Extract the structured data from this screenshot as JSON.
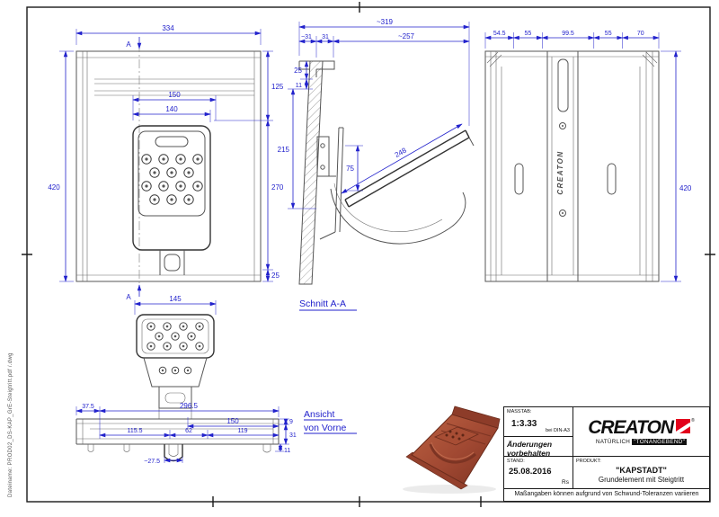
{
  "sheet": {
    "filename_note": "Dateiname: PROD02_DS-KAP_GrE-Steigtritt.pdf /.dwg"
  },
  "views": {
    "plan": {
      "labels": {
        "w334": "334",
        "a_top": "A",
        "a_bottom": "A",
        "d150": "150",
        "d140": "140",
        "h420": "420",
        "d125": "125",
        "d270": "270",
        "d25": "25"
      }
    },
    "section": {
      "title": "Schnitt A-A",
      "labels": {
        "w319": "~319",
        "d31a": "~31",
        "d31b": "31",
        "d257": "~257",
        "d25": "25",
        "d11": "11",
        "d215": "215",
        "d75": "75",
        "d248": "248"
      }
    },
    "back": {
      "labels": {
        "d54_5": "54.5",
        "d55a": "55",
        "d99_5": "99.5",
        "d55b": "55",
        "d70": "70",
        "h420": "420",
        "brand": "CREATON"
      }
    },
    "front": {
      "title_line1": "Ansicht",
      "title_line2": "von Vorne",
      "labels": {
        "d145": "145",
        "d37_5": "37.5",
        "d296_5": "296.5",
        "d150": "150",
        "d115_5": "115.5",
        "d62": "62",
        "d119": "119",
        "d27_5": "~27.5",
        "d9": "9",
        "d31": "31",
        "d11": "11"
      }
    }
  },
  "title_block": {
    "masstab_label": "MASSTAB:",
    "masstab_value": "1:3.33",
    "din_note": "bei DIN-A3",
    "changes_line1": "Änderungen",
    "changes_line2": "vorbehalten",
    "stand_label": "STAND:",
    "stand_value": "25.08.2016",
    "stand_initials": "Rs",
    "produkt_label": "PRODUKT:",
    "product_name": "\"KAPSTADT\"",
    "product_desc": "Grundelement mit Steigtritt",
    "footer_note": "Maßangaben können aufgrund von Schwund-Toleranzen variieren"
  },
  "brand": {
    "name": "CREATON",
    "registered": "®",
    "tagline_plain": "NATÜRLICH ",
    "tagline_inverse": "\"TONANGEBEND\""
  },
  "colors": {
    "dimension_blue": "#2222cc",
    "linework_gray": "#555555",
    "brand_red": "#e2001a",
    "terracotta": "#a04832"
  }
}
